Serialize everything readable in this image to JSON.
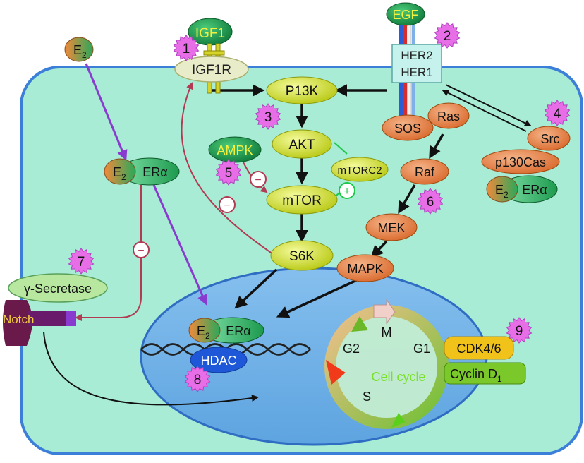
{
  "nodes": {
    "igf1": "IGF1",
    "igf1r": "IGF1R",
    "egf": "EGF",
    "her2": "HER2",
    "her1": "HER1",
    "e2_free": "E",
    "e2_sub": "2",
    "pi3k": "P13K",
    "akt": "AKT",
    "ampk": "AMPK",
    "mtorc2": "mTORC2",
    "mtor": "mTOR",
    "s6k": "S6K",
    "sos": "SOS",
    "ras": "Ras",
    "raf": "Raf",
    "mek": "MEK",
    "mapk": "MAPK",
    "src": "Src",
    "p130cas": "p130Cas",
    "er_alpha": "ERα",
    "gamma_secretase": "γ-Secretase",
    "notch": "Notch",
    "hdac": "HDAC",
    "cdk46": "CDK4/6",
    "cyclin": "Cyclin D",
    "cyclin_sub": "1"
  },
  "cell_cycle": {
    "label": "Cell cycle",
    "phases": {
      "m": "M",
      "g1": "G1",
      "g2": "G2",
      "s": "S"
    }
  },
  "markers": [
    "1",
    "2",
    "3",
    "4",
    "5",
    "6",
    "7",
    "8",
    "9"
  ],
  "signs": {
    "minus": "−",
    "plus": "+"
  },
  "colors": {
    "cell_fill": "#a8ecd6",
    "cell_border": "#3b7fd8",
    "nucleus_fill": "#6fb1e6",
    "lime_node": "#ccdc2a",
    "orange_node": "#e8864a",
    "green_node": "#1d9a4e",
    "marker_fill": "#e76ee7",
    "arrow_black": "#111111",
    "arrow_purple": "#8a3bcf",
    "arrow_red": "#b23a52"
  }
}
